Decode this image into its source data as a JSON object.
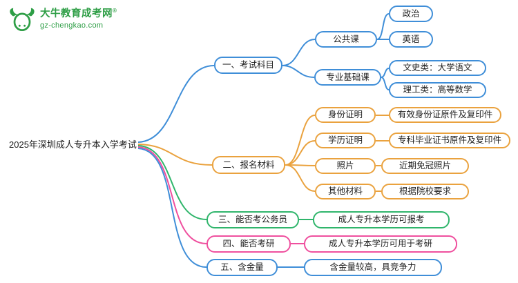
{
  "logo": {
    "title": "大牛教育成考网",
    "registered": "®",
    "domain": "gz-chengkao.com"
  },
  "root": {
    "label": "2025年深圳成人专升本入学考试"
  },
  "colors": {
    "blue": "#3f8ed8",
    "orange": "#eaa23e",
    "green": "#2fb56b",
    "pink": "#ef4f9e",
    "logo_green": "#2e9e46"
  },
  "branches": [
    {
      "label": "一、考试科目",
      "color": "#3f8ed8",
      "children": [
        {
          "label": "公共课",
          "children": [
            {
              "label": "政治"
            },
            {
              "label": "英语"
            }
          ]
        },
        {
          "label": "专业基础课",
          "children": [
            {
              "label": "文史类：大学语文"
            },
            {
              "label": "理工类：高等数学"
            }
          ]
        }
      ]
    },
    {
      "label": "二、报名材料",
      "color": "#eaa23e",
      "children": [
        {
          "label": "身份证明",
          "desc": "有效身份证原件及复印件"
        },
        {
          "label": "学历证明",
          "desc": "专科毕业证书原件及复印件"
        },
        {
          "label": "照片",
          "desc": "近期免冠照片"
        },
        {
          "label": "其他材料",
          "desc": "根据院校要求"
        }
      ]
    },
    {
      "label": "三、能否考公务员",
      "color": "#2fb56b",
      "desc": "成人专升本学历可报考"
    },
    {
      "label": "四、能否考研",
      "color": "#ef4f9e",
      "desc": "成人专升本学历可用于考研"
    },
    {
      "label": "五、含金量",
      "color": "#3f8ed8",
      "desc": "含金量较高，具竞争力"
    }
  ]
}
